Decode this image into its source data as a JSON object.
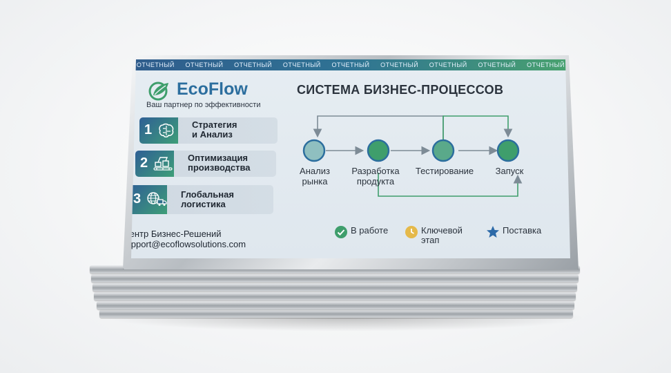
{
  "ribbon": {
    "word": "ОТЧЕТНЫЙ",
    "repeat": 9
  },
  "brand": {
    "name_eco": "Eco",
    "name_flow": "Flow",
    "tagline": "Ваш партнер по эффективности"
  },
  "steps": [
    {
      "number": "1",
      "line1": "Стратегия",
      "line2": "и Анализ",
      "icon": "brain-circuit-icon"
    },
    {
      "number": "2",
      "line1": "Оптимизация",
      "line2": "производства",
      "icon": "factory-conveyor-icon"
    },
    {
      "number": "3",
      "line1": "Глобальная",
      "line2": "логистика",
      "icon": "globe-truck-icon"
    }
  ],
  "process": {
    "title": "СИСТЕМА БИЗНЕС-ПРОЦЕССОВ",
    "nodes": [
      {
        "line1": "Анализ",
        "line2": "рынка"
      },
      {
        "line1": "Разработка",
        "line2": "продукта"
      },
      {
        "line1": "Тестирование",
        "line2": ""
      },
      {
        "line1": "Запуск",
        "line2": ""
      }
    ]
  },
  "footer": {
    "company": "Центр Бизнес-Решений",
    "email": "support@ecoflowsolutions.com"
  },
  "legend": [
    {
      "line1": "В работе",
      "line2": "",
      "icon": "check-circle-icon",
      "color": "#3f9e6c"
    },
    {
      "line1": "Ключевой",
      "line2": "этап",
      "icon": "clock-icon",
      "color": "#e5b94a"
    },
    {
      "line1": "Поставка",
      "line2": "",
      "icon": "star-icon",
      "color": "#2d6aa8"
    }
  ],
  "colors": {
    "blue": "#2c6e9e",
    "green": "#3f9e6c",
    "teal_node": "#7fb5b8",
    "green_node": "#3f9e6c"
  }
}
